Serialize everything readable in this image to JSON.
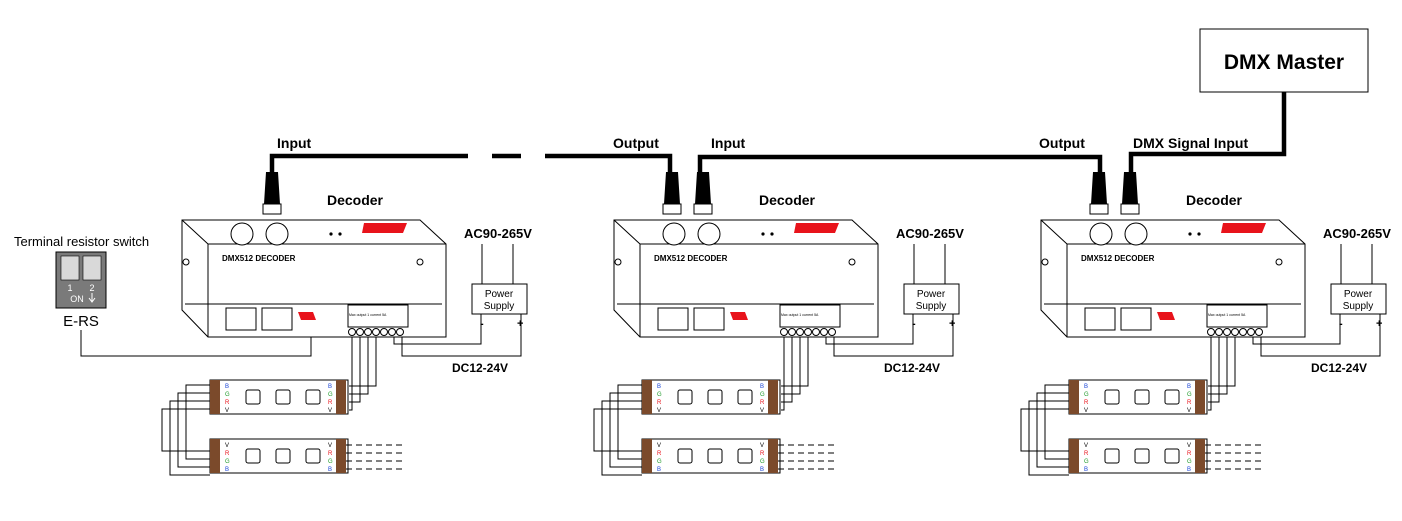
{
  "master": {
    "label": "DMX  Master",
    "signal_label": "DMX Signal  Input"
  },
  "cables": {
    "input_label": "Input",
    "output_label": "Output"
  },
  "decoder": {
    "title": "Decoder",
    "model": "DMX512 DECODER",
    "terminal_label": "Max output 1 current 5A",
    "power_terminal_label": "DC12-24V"
  },
  "power": {
    "ac_label": "AC90-265V",
    "supply_label_line1": "Power",
    "supply_label_line2": "Supply",
    "minus": "-",
    "plus": "+",
    "dc_label": "DC12-24V"
  },
  "switch": {
    "title": "Terminal resistor switch",
    "pos1": "1",
    "pos2": "2",
    "on": "ON",
    "name": "E-RS"
  },
  "strip": {
    "pins": [
      "B",
      "G",
      "R",
      "V"
    ],
    "pin_colors": [
      "#1a44d6",
      "#1e9a2a",
      "#e8131b",
      "#000000"
    ]
  }
}
